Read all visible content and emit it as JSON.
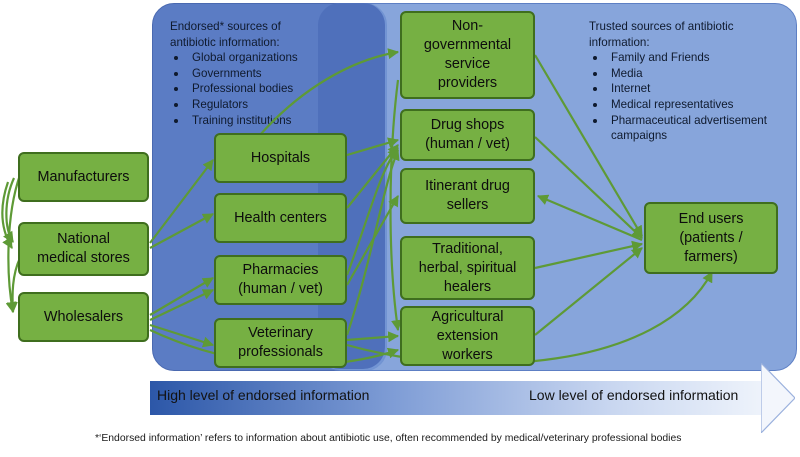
{
  "endorsed_panel": {
    "heading": "Endorsed* sources of antibiotic information:",
    "items": [
      "Global organizations",
      "Governments",
      "Professional bodies",
      "Regulators",
      "Training institutions"
    ]
  },
  "trusted_panel": {
    "heading": "Trusted sources of antibiotic information:",
    "items": [
      "Family and Friends",
      "Media",
      "Internet",
      "Medical representatives",
      "Pharmaceutical advertisement campaigns"
    ]
  },
  "nodes": {
    "manufacturers": "Manufacturers",
    "national_medical_stores": "National\nmedical stores",
    "wholesalers": "Wholesalers",
    "hospitals": "Hospitals",
    "health_centers": "Health centers",
    "pharmacies": "Pharmacies\n(human / vet)",
    "veterinary_professionals": "Veterinary\nprofessionals",
    "ngo_providers": "Non-\ngovernmental\nservice\nproviders",
    "drug_shops": "Drug shops\n(human / vet)",
    "itinerant_sellers": "Itinerant drug\nsellers",
    "traditional_healers": "Traditional,\nherbal, spiritual\nhealers",
    "agricultural_workers": "Agricultural\nextension\nworkers",
    "end_users": "End users\n(patients /\nfarmers)"
  },
  "gradient_bar": {
    "left_label": "High level of endorsed information",
    "right_label": "Low level of endorsed information"
  },
  "footnote": "*‘Endorsed information’ refers to information about antibiotic use, often recommended by medical/veterinary professional bodies",
  "colors": {
    "node_fill": "#76b043",
    "node_border": "#3f6e1e",
    "arrow": "#5e9a36",
    "endorsed_region": "#5b7cc4",
    "trusted_region": "#7698d6"
  }
}
